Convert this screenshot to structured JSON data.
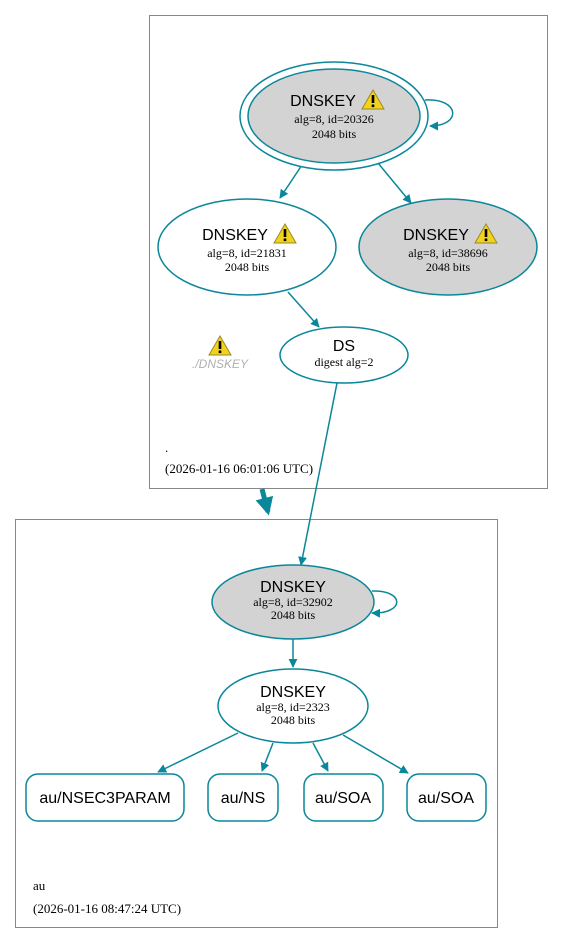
{
  "colors": {
    "edge": "#0a879a",
    "node_stroke": "#0a879a",
    "node_fill_grey": "#d3d3d3",
    "warning_fill": "#f2d21b"
  },
  "zones": {
    "root": {
      "name": ".",
      "timestamp": "(2026-01-16 06:01:06 UTC)"
    },
    "au": {
      "name": "au",
      "timestamp": "(2026-01-16 08:47:24 UTC)"
    }
  },
  "nodes": {
    "ksk_root": {
      "title": "DNSKEY",
      "line1": "alg=8, id=20326",
      "line2": "2048 bits",
      "icon": "warning-icon"
    },
    "zsk_root_1": {
      "title": "DNSKEY",
      "line1": "alg=8, id=21831",
      "line2": "2048 bits",
      "icon": "warning-icon"
    },
    "zsk_root_2": {
      "title": "DNSKEY",
      "line1": "alg=8, id=38696",
      "line2": "2048 bits",
      "icon": "warning-icon"
    },
    "ds_au": {
      "title": "DS",
      "line1": "digest alg=2"
    },
    "ksk_au": {
      "title": "DNSKEY",
      "line1": "alg=8, id=32902",
      "line2": "2048 bits"
    },
    "zsk_au": {
      "title": "DNSKEY",
      "line1": "alg=8, id=2323",
      "line2": "2048 bits"
    }
  },
  "root_warning": {
    "label": "./DNSKEY",
    "icon": "warning-icon"
  },
  "records": [
    {
      "label": "au/NSEC3PARAM"
    },
    {
      "label": "au/NS"
    },
    {
      "label": "au/SOA"
    },
    {
      "label": "au/SOA"
    }
  ]
}
